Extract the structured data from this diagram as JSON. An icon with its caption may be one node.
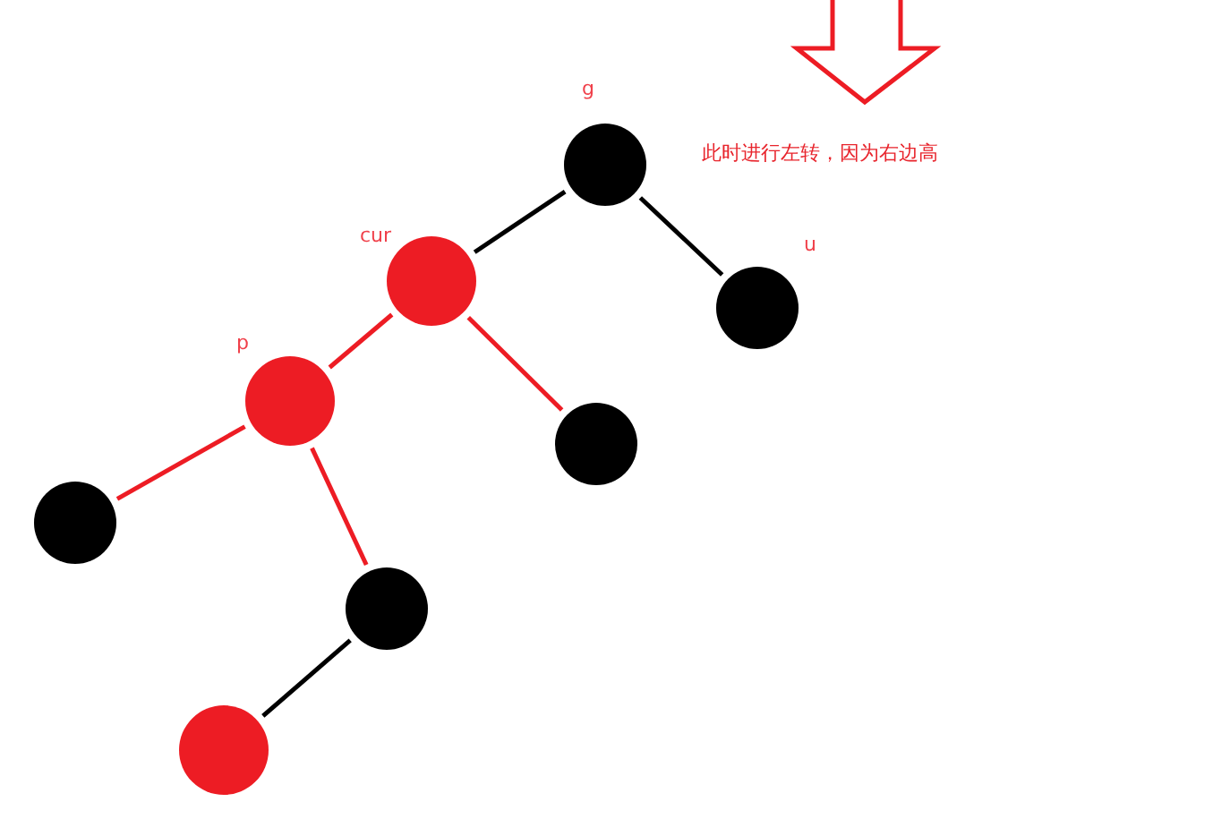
{
  "diagram": {
    "nodes": [
      {
        "text": [],
        "shape": "circle",
        "beside": [
          "g"
        ]
      },
      {
        "text": [],
        "shape": "circle",
        "beside": [
          "u"
        ]
      },
      {
        "text": [],
        "shape": "circle",
        "beside": [
          "cur"
        ]
      },
      {
        "text": [],
        "shape": "circle",
        "beside": [
          "p"
        ]
      },
      {
        "text": [],
        "shape": "circle"
      },
      {
        "text": [],
        "shape": "circle"
      },
      {
        "text": [],
        "shape": "circle"
      },
      {
        "text": [],
        "shape": "circle"
      }
    ],
    "edges": [
      {
        "from": 0,
        "to": 2,
        "arrow": "none",
        "color": "#000000"
      },
      {
        "from": 0,
        "to": 1,
        "arrow": "none",
        "color": "#000000"
      },
      {
        "from": 2,
        "to": 3,
        "arrow": "none"
      },
      {
        "from": 2,
        "to": 4,
        "arrow": "none"
      },
      {
        "from": 3,
        "to": 5,
        "arrow": "none"
      },
      {
        "from": 3,
        "to": 6,
        "arrow": "none"
      },
      {
        "from": 6,
        "to": 7,
        "arrow": "none",
        "color": "#000000"
      }
    ],
    "labels": [
      "此时进行左转，因为右边高"
    ]
  }
}
